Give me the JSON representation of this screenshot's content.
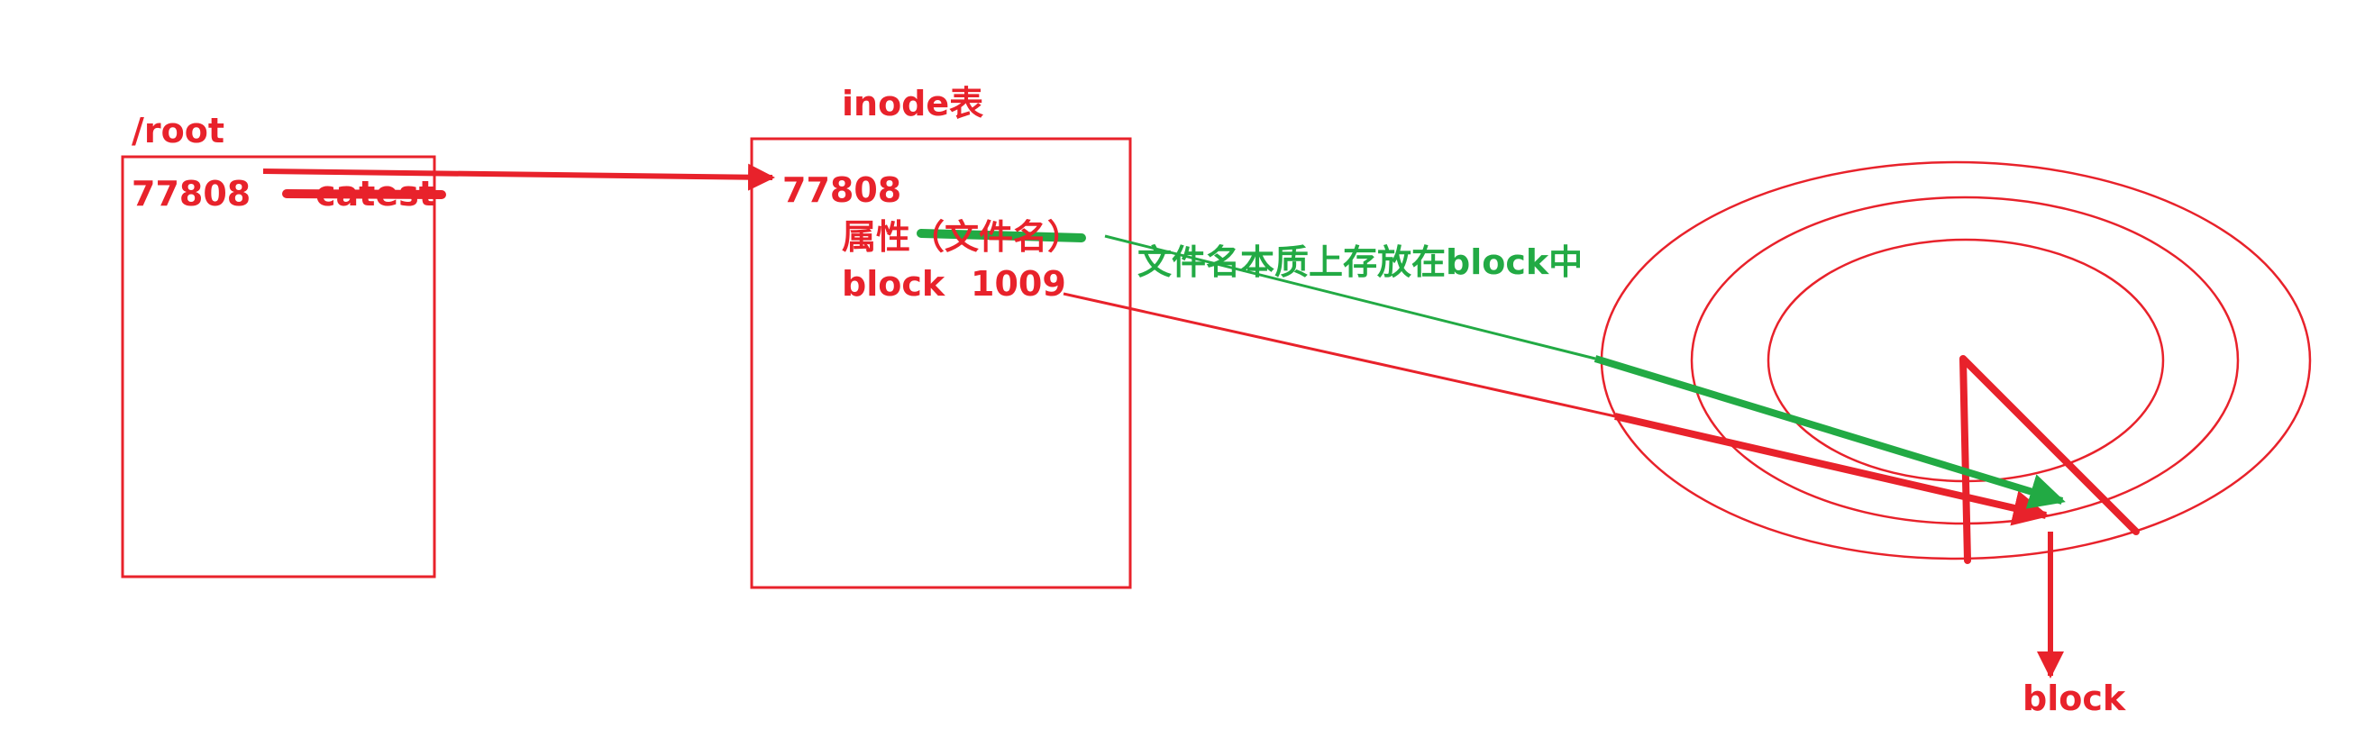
{
  "colors": {
    "red": "#e8222b",
    "green": "#22aa44"
  },
  "directory": {
    "title": "/root",
    "inode_number": "77808",
    "filename": "catest"
  },
  "inode_table": {
    "title": "inode表",
    "inode_number": "77808",
    "attribute_label": "属性（文件名）",
    "block_label": "block",
    "block_number": "1009"
  },
  "annotation": "文件名本质上存放在block中",
  "disk": {
    "block_label": "block"
  }
}
